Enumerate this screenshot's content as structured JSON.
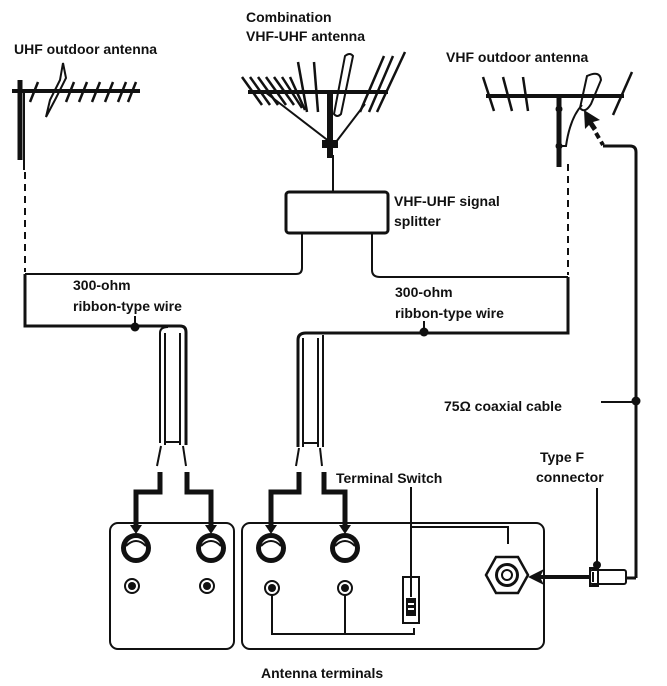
{
  "labels": {
    "uhf_antenna": "UHF outdoor antenna",
    "combo_antenna_line1": "Combination",
    "combo_antenna_line2": "VHF-UHF antenna",
    "vhf_antenna": "VHF outdoor antenna",
    "splitter_line1": "VHF-UHF signal",
    "splitter_line2": "splitter",
    "ribbon_left_line1": "300-ohm",
    "ribbon_left_line2": "ribbon-type wire",
    "ribbon_right_line1": "300-ohm",
    "ribbon_right_line2": "ribbon-type wire",
    "coax": "75Ω coaxial cable",
    "type_f_line1": "Type F",
    "type_f_line2": "connector",
    "terminal_switch": "Terminal Switch",
    "antenna_terminals": "Antenna terminals"
  }
}
